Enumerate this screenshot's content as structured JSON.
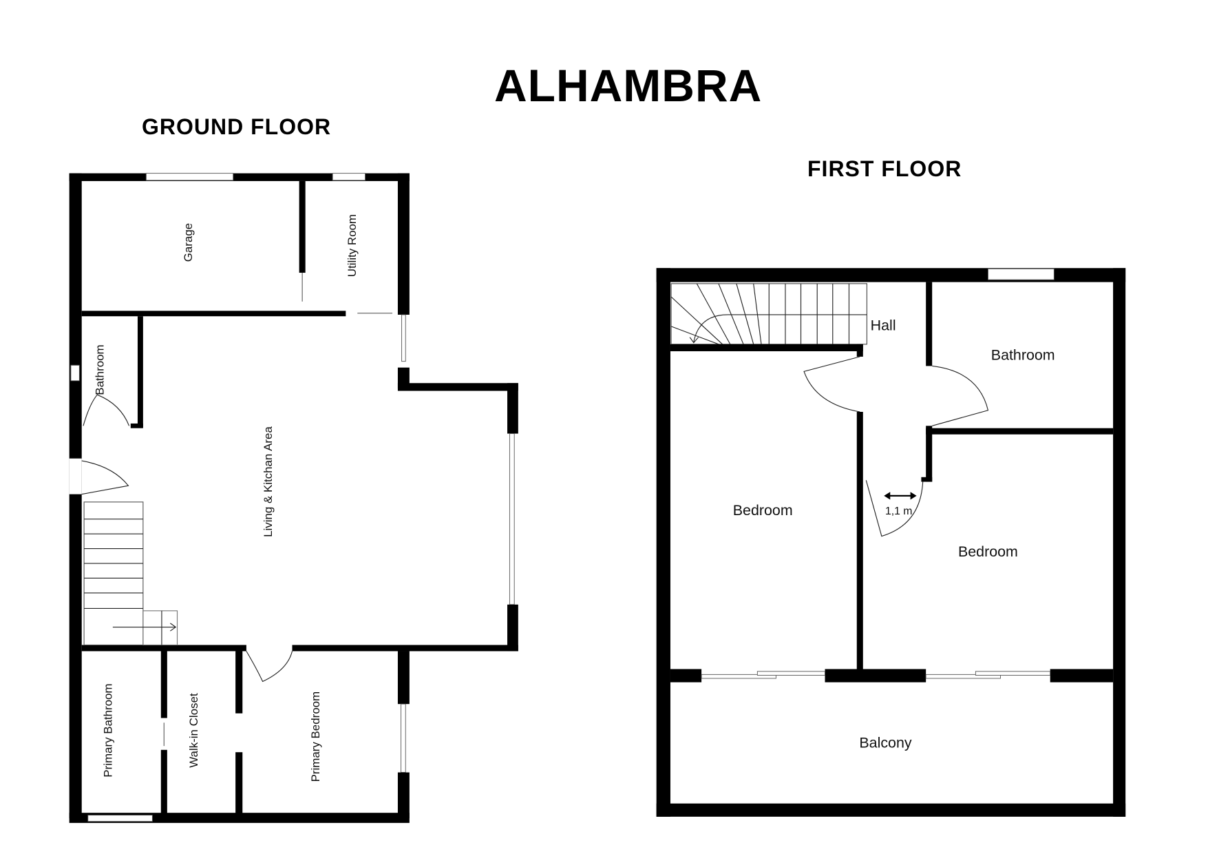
{
  "title": "ALHAMBRA",
  "floors": {
    "ground": {
      "title": "GROUND FLOOR",
      "rooms": {
        "garage": "Garage",
        "utility": "Utility Room",
        "bathroom": "Bathroom",
        "living": "Living & Kitchan Area",
        "primary_bathroom": "Primary Bathroom",
        "walk_in": "Walk-in Closet",
        "primary_bedroom": "Primary Bedroom"
      }
    },
    "first": {
      "title": "FIRST FLOOR",
      "rooms": {
        "hall": "Hall",
        "bathroom": "Bathroom",
        "bedroom_left": "Bedroom",
        "bedroom_right": "Bedroom",
        "balcony": "Balcony"
      },
      "dimension": "1,1 m"
    }
  },
  "colors": {
    "wall": "#000000",
    "background": "#ffffff"
  }
}
